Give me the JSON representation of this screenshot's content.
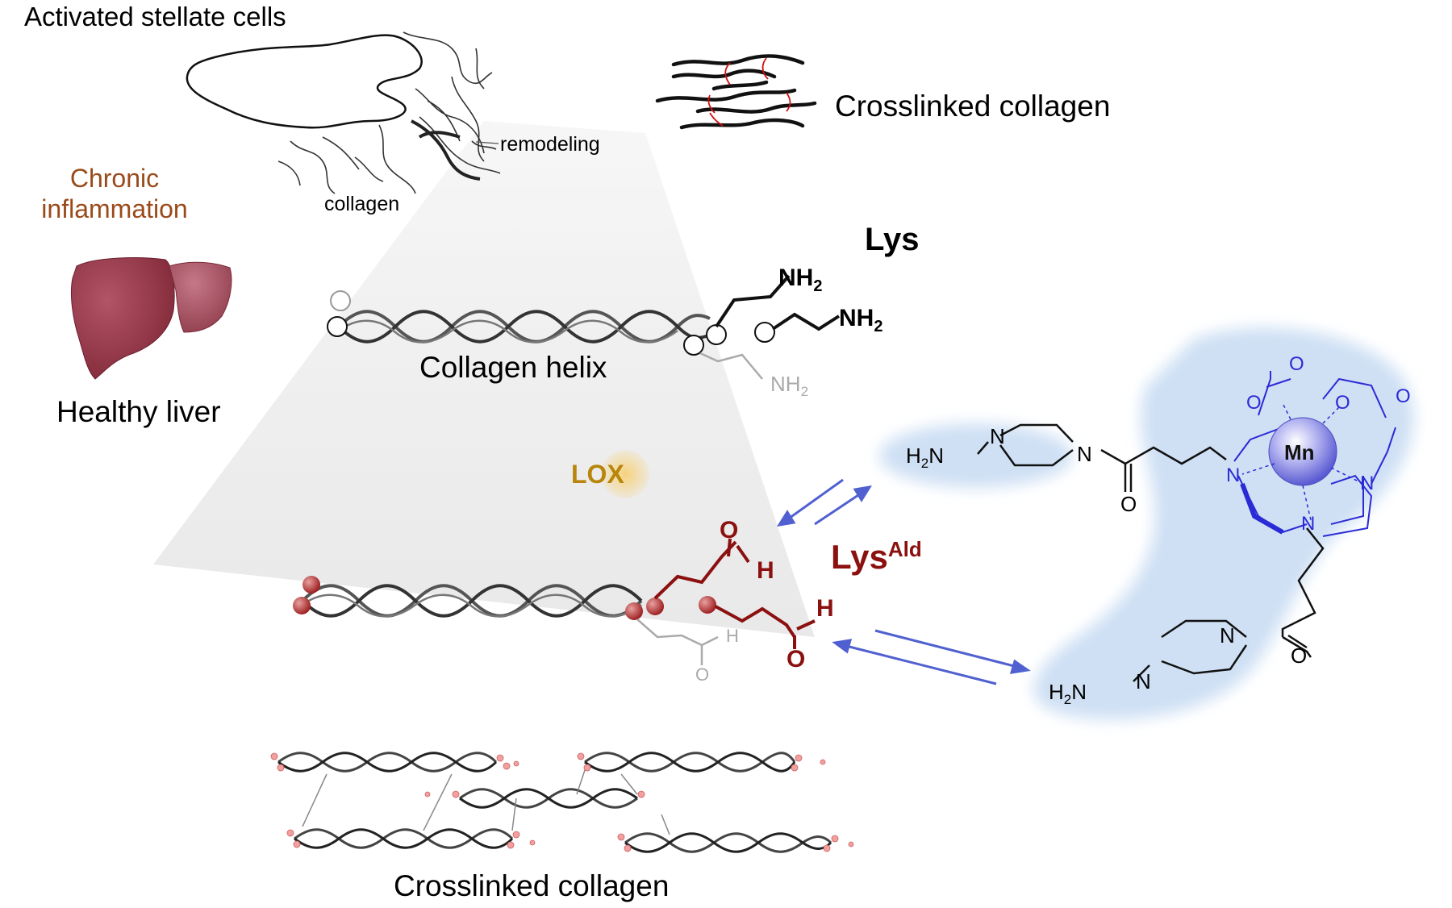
{
  "labels": {
    "activated_stellate_cells": "Activated stellate cells",
    "remodeling": "remodeling",
    "collagen": "collagen",
    "crosslinked_collagen_top": "Crosslinked collagen",
    "chronic_inflammation_line1": "Chronic",
    "chronic_inflammation_line2": "inflammation",
    "healthy_liver": "Healthy liver",
    "lys": "Lys",
    "collagen_helix": "Collagen helix",
    "lox": "LOX",
    "lys_ald_base": "Lys",
    "lys_ald_sup": "Ald",
    "crosslinked_collagen_bottom": "Crosslinked collagen"
  },
  "chemistry": {
    "amine": "NH",
    "amine_sub": "2",
    "aldehyde_o": "O",
    "aldehyde_h": "H",
    "metal": "Mn",
    "nitrogen": "N",
    "oxygen": "O",
    "h2n_prefix": "H",
    "h2n_sub": "2",
    "h2n_suffix": "N"
  },
  "colors": {
    "text": "#000000",
    "inflammation": "#9a4a1a",
    "lys_ald": "#8b1010",
    "lox": "#b8860b",
    "lox_glow": "#f3c66a",
    "liver": "#8c2f3f",
    "probe_blue": "#2b2bd6",
    "probe_glow": "#cfe0f4",
    "arrow": "#5060d0",
    "crosslink_red": "#d01010",
    "cone": "#e6e6e6"
  }
}
